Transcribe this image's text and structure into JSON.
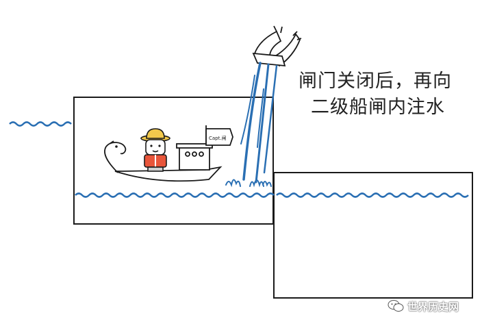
{
  "caption": {
    "line1": "闸门关闭后，再向",
    "line2": "二级船闸内注水"
  },
  "boat": {
    "flag_text": "Capt.闸"
  },
  "watermark": {
    "text": "世界历史网",
    "icon": "wechat-icon"
  },
  "colors": {
    "water": "#2a6fb3",
    "outline": "#1a1a1a",
    "life_vest": "#e8553a",
    "hat": "#f2c94c"
  }
}
